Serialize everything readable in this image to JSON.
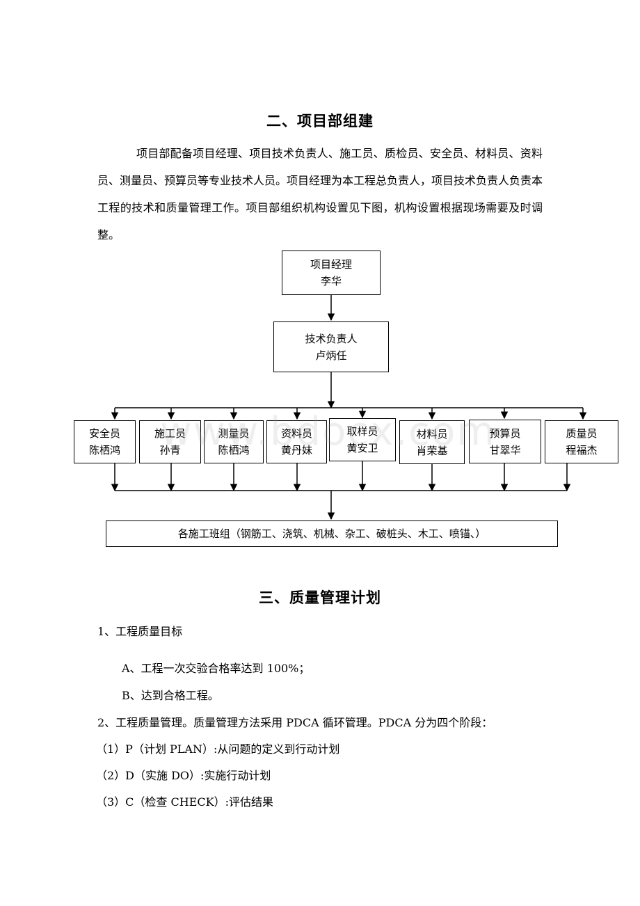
{
  "section2": {
    "title": "二、项目部组建",
    "paragraph": "项目部配备项目经理、项目技术负责人、施工员、质检员、安全员、材料员、资料员、测量员、预算员等专业技术人员。项目经理为本工程总负责人，项目技术负责人负责本工程的技术和质量管理工作。项目部组织机构设置见下图，机构设置根据现场需要及时调整。"
  },
  "org_chart": {
    "manager": {
      "role": "项目经理",
      "name": "李华"
    },
    "tech_lead": {
      "role": "技术负责人",
      "name": "卢炳任"
    },
    "staff": [
      {
        "role": "安全员",
        "name": "陈栖鸿"
      },
      {
        "role": "施工员",
        "name": "孙青"
      },
      {
        "role": "测量员",
        "name": "陈栖鸿"
      },
      {
        "role": "资料员",
        "name": "黄丹妹"
      },
      {
        "role": "取样员",
        "name": "黄安卫"
      },
      {
        "role": "材料员",
        "name": "肖荣基"
      },
      {
        "role": "预算员",
        "name": "甘翠华"
      },
      {
        "role": "质量员",
        "name": "程福杰"
      }
    ],
    "teams": "各施工班组（钢筋工、浇筑、机械、杂工、破桩头、木工、喷锚、）"
  },
  "watermark": "www.bdocx.com",
  "section3": {
    "title": "三、质量管理计划",
    "item1": "1、工程质量目标",
    "item1a": "A、工程一次交验合格率达到 100%；",
    "item1b": "B、达到合格工程。",
    "item2": "2、工程质量管理。质量管理方法采用 PDCA 循环管理。PDCA 分为四个阶段：",
    "p": "（1）P（计划 PLAN）:从问题的定义到行动计划",
    "d": "（2）D（实施 DO）:实施行动计划",
    "c": "（3）C（检查 CHECK）:评估结果"
  }
}
